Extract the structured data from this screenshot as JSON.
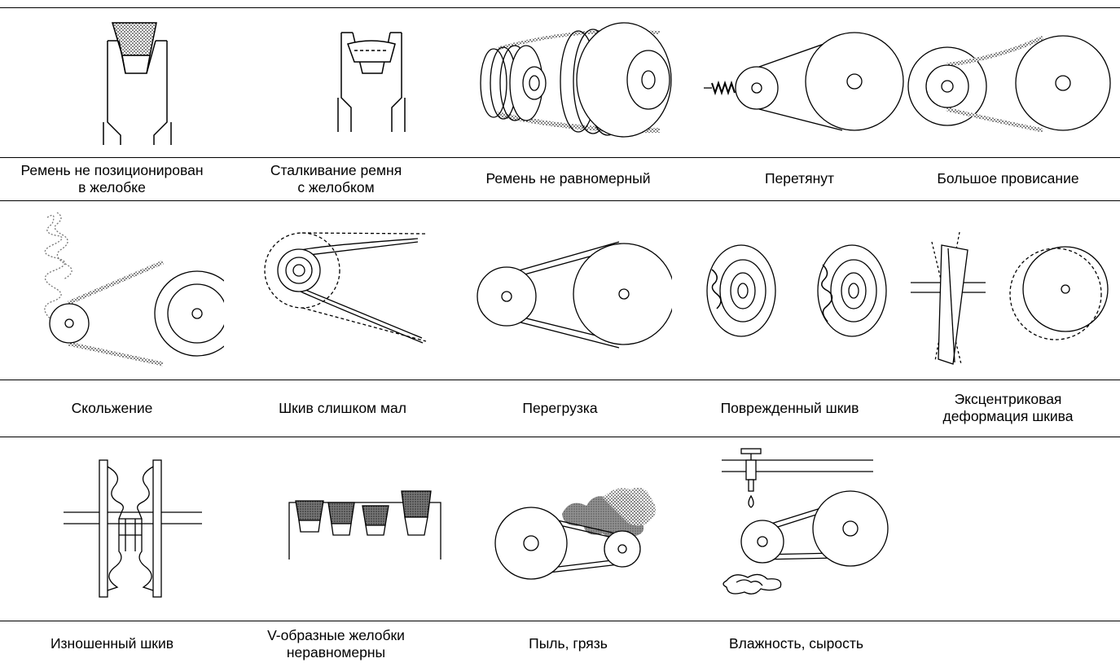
{
  "rows": [
    {
      "labels": [
        [
          "Ремень не позиционирован",
          "в желобке"
        ],
        [
          "Сталкивание ремня",
          "с желобком"
        ],
        [
          "Ремень не равномерный"
        ],
        [
          "Перетянут"
        ],
        [
          "Большое провисание"
        ]
      ]
    },
    {
      "labels": [
        [
          "Скольжение"
        ],
        [
          "Шкив слишком мал"
        ],
        [
          "Перегрузка"
        ],
        [
          "Поврежденный шкив"
        ],
        [
          "Эксцентриковая",
          "деформация шкива"
        ]
      ]
    },
    {
      "labels": [
        [
          "Изношенный шкив"
        ],
        [
          "V-образные желобки",
          "неравномерны"
        ],
        [
          "Пыль, грязь"
        ],
        [
          "Влажность, сырость"
        ],
        []
      ]
    }
  ],
  "icons": [
    [
      "belt-too-low-in-groove-icon",
      "belt-riding-high-in-groove-icon",
      "uneven-belt-set-icon",
      "over-tensioned-belt-icon",
      "excessive-slack-icon"
    ],
    [
      "slipping-belt-icon",
      "pulley-too-small-icon",
      "overload-icon",
      "damaged-pulley-icon",
      "eccentric-pulley-icon"
    ],
    [
      "worn-pulley-icon",
      "uneven-v-grooves-icon",
      "dust-dirt-icon",
      "moisture-icon",
      ""
    ]
  ]
}
